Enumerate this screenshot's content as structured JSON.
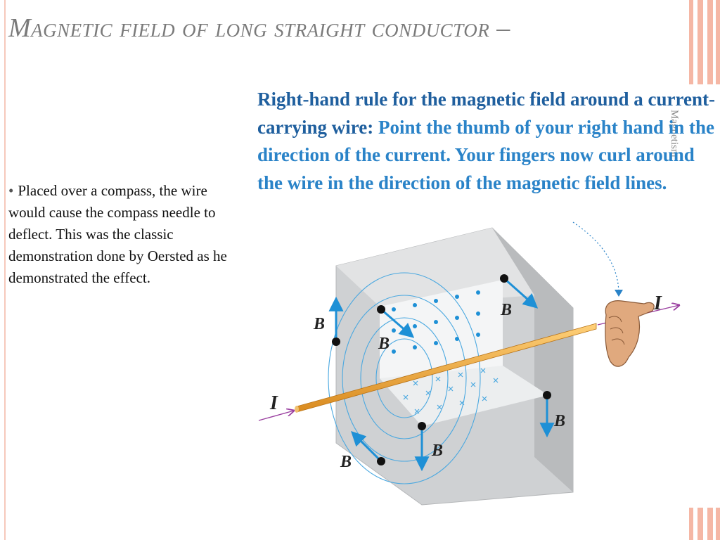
{
  "slide": {
    "title": "Magnetic field of long straight conductor –",
    "side_label": "Magnetism",
    "bullet_symbol": "•",
    "bullet_text": "Placed over a compass, the wire would cause the compass needle to deflect. This was the classic demonstration done  by Oersted as he demonstrated the effect."
  },
  "figure": {
    "caption_bold": "Right-hand rule for the magnetic field around a current-carrying wire:",
    "caption_rest": "Point the thumb of your right hand in the direction of the current. Your fingers now curl around the wire in the direction of the magnetic field lines.",
    "current_label": "I",
    "field_label": "B"
  },
  "colors": {
    "accent_stripe": "#f5b7a5",
    "caption_blue": "#2a83c8",
    "field_blue": "#1e90d6",
    "wire_orange": "#f2a93b",
    "current_arrow": "#9a3fa0"
  }
}
